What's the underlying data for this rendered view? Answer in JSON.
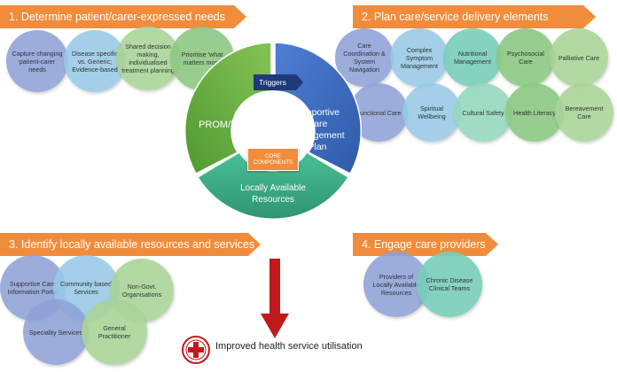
{
  "banners": {
    "b1": "1. Determine patient/carer-expressed needs",
    "b2": "2. Plan care/service delivery elements",
    "b3": "3. Identify locally available resources and services",
    "b4": "4. Engage care providers"
  },
  "needs": [
    "Capture changing patient-carer needs",
    "Disease specific vs. Generic; Evidence-based",
    "Shared decision making, individualised treatment planning",
    "Prioritise 'what matters most'"
  ],
  "care_elements": [
    "Care Coordination & System Navigation",
    "Complex Symptom Management",
    "Nutritional Management",
    "Psychosocial Care",
    "Palliative Care",
    "Functional Care",
    "Spiritual Wellbeing",
    "Cultural Safety",
    "Health Literacy",
    "Bereavement Care"
  ],
  "resources": [
    "Supportive Care Information Portal",
    "Community based Services",
    "Non-Govt. Organisations",
    "Speciality Services",
    "General Practitioner"
  ],
  "providers": [
    "Providers of Locally Available Resources",
    "Chronic Disease Clinical Teams"
  ],
  "cycle": {
    "prom": "PROM/PREM",
    "plan_l1": "Supportive",
    "plan_l2": "Care",
    "plan_l3": "Management",
    "plan_l4": "Plan",
    "local_l1": "Locally Available",
    "local_l2": "Resources",
    "triggers": "Triggers",
    "core": "CORE COMPONENTS"
  },
  "outcome": "Improved health service utilisation",
  "colors": {
    "banner": "#f08c3c",
    "prom_segment": "#6cad3e",
    "plan_segment": "#3f6fc4",
    "local_segment": "#3aaa87",
    "arrow": "#c01a1a"
  }
}
